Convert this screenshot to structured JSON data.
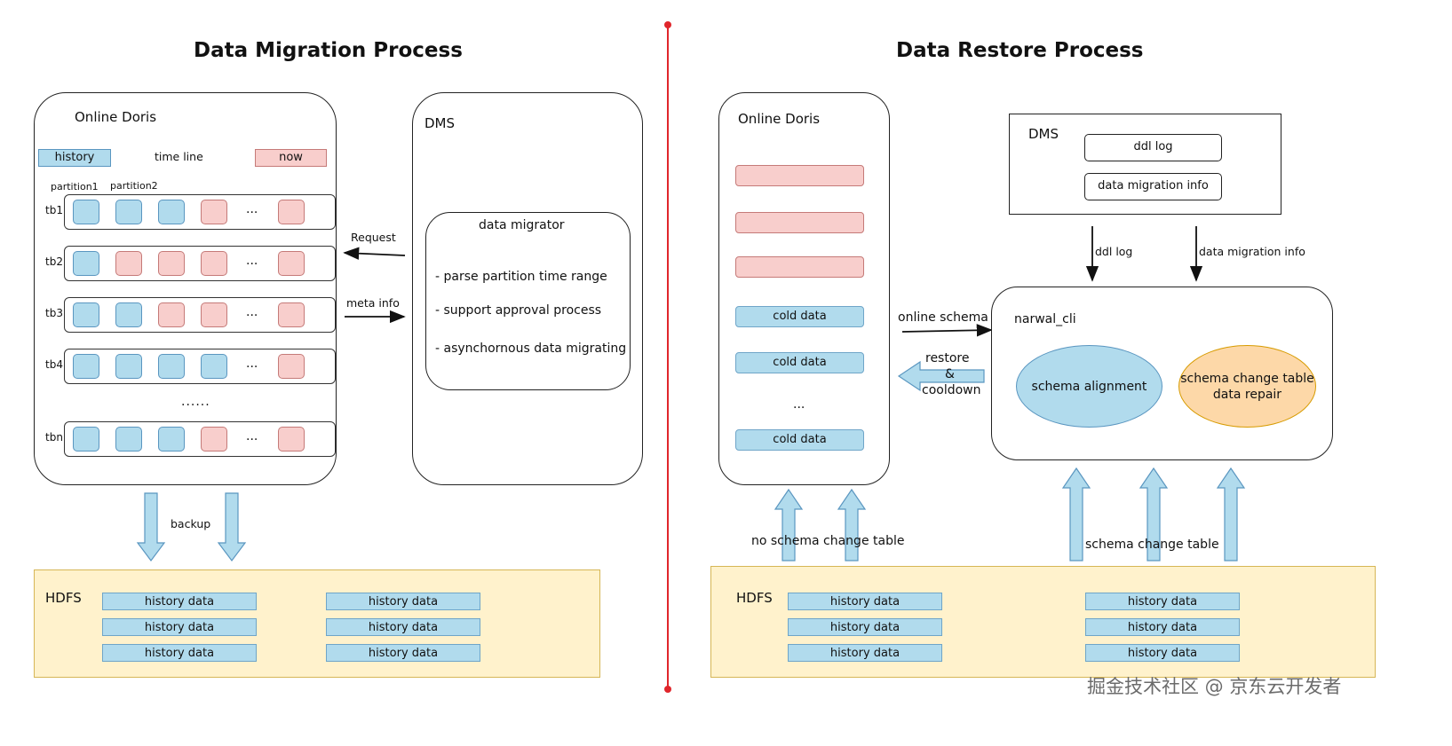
{
  "migration": {
    "title": "Data Migration Process",
    "online_doris": "Online Doris",
    "history_tag": "history",
    "timeline": "time line",
    "now_tag": "now",
    "partition1": "partition1",
    "partition2": "partition2",
    "tables": [
      {
        "name": "tb1",
        "cells": [
          "blue",
          "blue",
          "blue",
          "pink"
        ]
      },
      {
        "name": "tb2",
        "cells": [
          "blue",
          "pink",
          "pink",
          "pink"
        ]
      },
      {
        "name": "tb3",
        "cells": [
          "blue",
          "blue",
          "pink",
          "pink"
        ]
      },
      {
        "name": "tb4",
        "cells": [
          "blue",
          "blue",
          "blue",
          "blue"
        ]
      },
      {
        "name": "tbn",
        "cells": [
          "blue",
          "blue",
          "blue",
          "pink"
        ]
      }
    ],
    "row_ellipsis": "...",
    "rows_ellipsis": "......",
    "dms": "DMS",
    "request": "Request",
    "meta_info": "meta info",
    "migrator_title": "data migrator",
    "migrator_items": [
      "- parse partition time range",
      "- support approval process",
      "- asynchornous data migrating"
    ],
    "backup": "backup",
    "hdfs": "HDFS",
    "hdfs_left": [
      "history data",
      "history data",
      "history data"
    ],
    "hdfs_right": [
      "history data",
      "history data",
      "history data"
    ]
  },
  "restore": {
    "title": "Data Restore Process",
    "online_doris": "Online Doris",
    "cold_data": [
      "cold data",
      "cold data",
      "cold data"
    ],
    "ellipsis": "...",
    "online_schema": "online schema",
    "restore_line1": "restore",
    "restore_line2": "&",
    "restore_line3": "cooldown",
    "dms": "DMS",
    "ddl_log_box": "ddl log",
    "migration_info_box": "data migration info",
    "ddl_log_arrow": "ddl log",
    "migration_info_arrow": "data migration info",
    "narwal_cli": "narwal_cli",
    "schema_alignment": "schema alignment",
    "schema_change_repair_line1": "schema change table",
    "schema_change_repair_line2": "data repair",
    "no_schema_change": "no schema change table",
    "schema_change": "schema change table",
    "hdfs": "HDFS",
    "hdfs_left": [
      "history data",
      "history data",
      "history data"
    ],
    "hdfs_right": [
      "history data",
      "history data",
      "history data"
    ]
  },
  "watermark": "掘金技术社区 @ 京东云开发者",
  "colors": {
    "blue": "#b1dbed",
    "pink": "#f8cecc",
    "hdfs_bg": "#fff2cc",
    "orange": "#fdd8a8",
    "divider": "#e0262b"
  }
}
